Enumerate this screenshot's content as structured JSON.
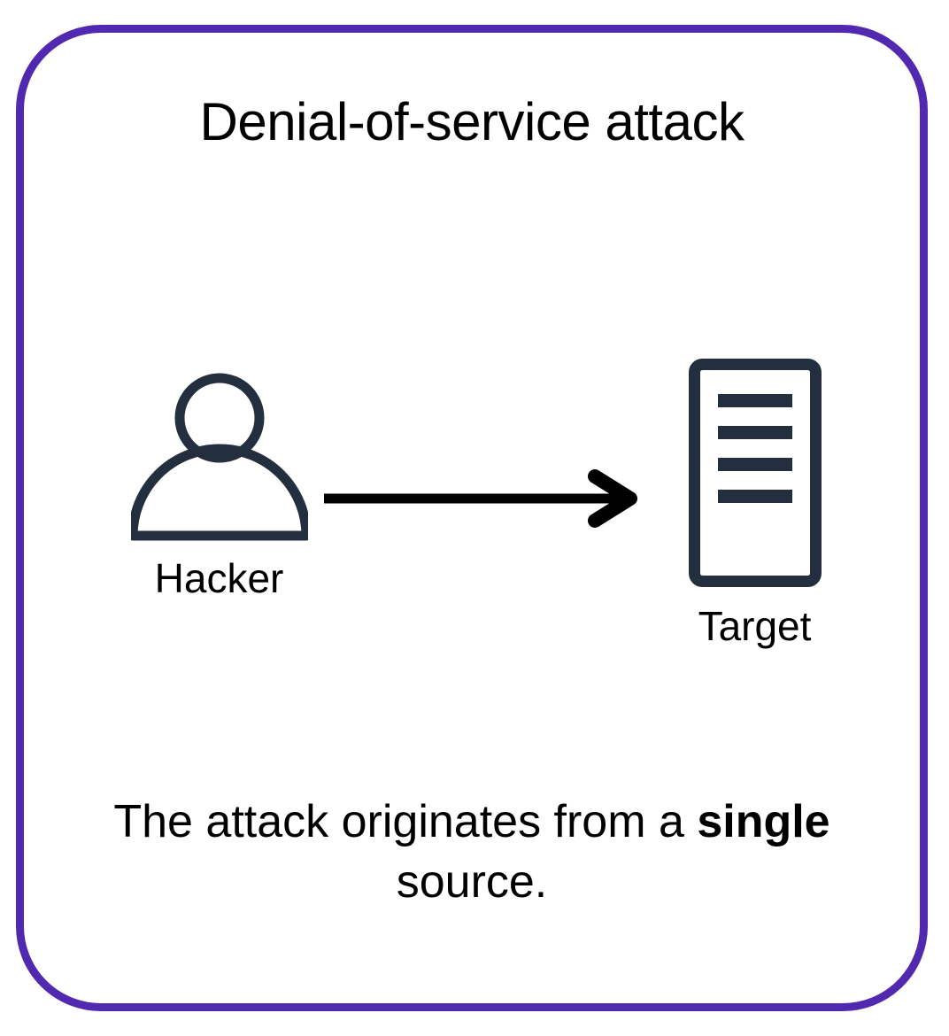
{
  "card": {
    "title": "Denial-of-service attack",
    "border_color": "#5128B0",
    "background_color": "#ffffff"
  },
  "nodes": [
    {
      "id": "hacker",
      "label": "Hacker",
      "icon": "person-icon",
      "color": "#232F3E"
    },
    {
      "id": "target",
      "label": "Target",
      "icon": "server-icon",
      "color": "#232F3E",
      "server_bars": 4
    }
  ],
  "connector": {
    "id": "attack-arrow",
    "icon": "arrow-right-icon",
    "from": "hacker",
    "to": "target",
    "color": "#000000"
  },
  "caption": {
    "part1": "The attack originates from a ",
    "emphasis": "single",
    "part2": " source."
  }
}
